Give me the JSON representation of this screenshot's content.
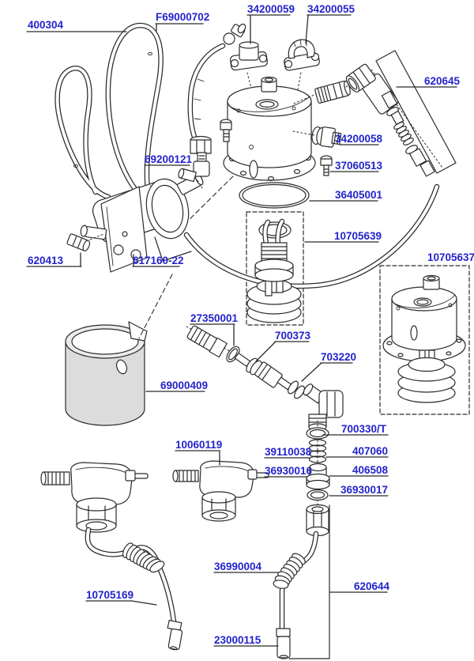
{
  "diagram": {
    "type": "exploded-parts-diagram",
    "colors": {
      "background": "#ffffff",
      "label": "#2323cc",
      "line": "#2b2b2b",
      "sleeve_fill": "#dcdcdc"
    },
    "parts": {
      "n400304": {
        "number": "400304"
      },
      "nF69000702": {
        "number": "F69000702"
      },
      "n34200059": {
        "number": "34200059"
      },
      "n34200055": {
        "number": "34200055"
      },
      "n620645": {
        "number": "620645"
      },
      "n34200058": {
        "number": "34200058"
      },
      "n37060513": {
        "number": "37060513"
      },
      "n36405001": {
        "number": "36405001"
      },
      "n10705639": {
        "number": "10705639"
      },
      "n10705637": {
        "number": "10705637"
      },
      "n69200121": {
        "number": "69200121"
      },
      "n620413": {
        "number": "620413"
      },
      "n617160_22": {
        "number": "617160-22"
      },
      "n27350001": {
        "number": "27350001"
      },
      "n700373": {
        "number": "700373"
      },
      "n703220": {
        "number": "703220"
      },
      "n69000409": {
        "number": "69000409"
      },
      "n700330T": {
        "number": "700330/T"
      },
      "n10060119": {
        "number": "10060119"
      },
      "n39110038": {
        "number": "39110038"
      },
      "n407060": {
        "number": "407060"
      },
      "n36930016": {
        "number": "36930016"
      },
      "n406508": {
        "number": "406508"
      },
      "n36930017": {
        "number": "36930017"
      },
      "n10705169": {
        "number": "10705169"
      },
      "n36990004": {
        "number": "36990004"
      },
      "n620644": {
        "number": "620644"
      },
      "n23000115": {
        "number": "23000115"
      }
    }
  }
}
